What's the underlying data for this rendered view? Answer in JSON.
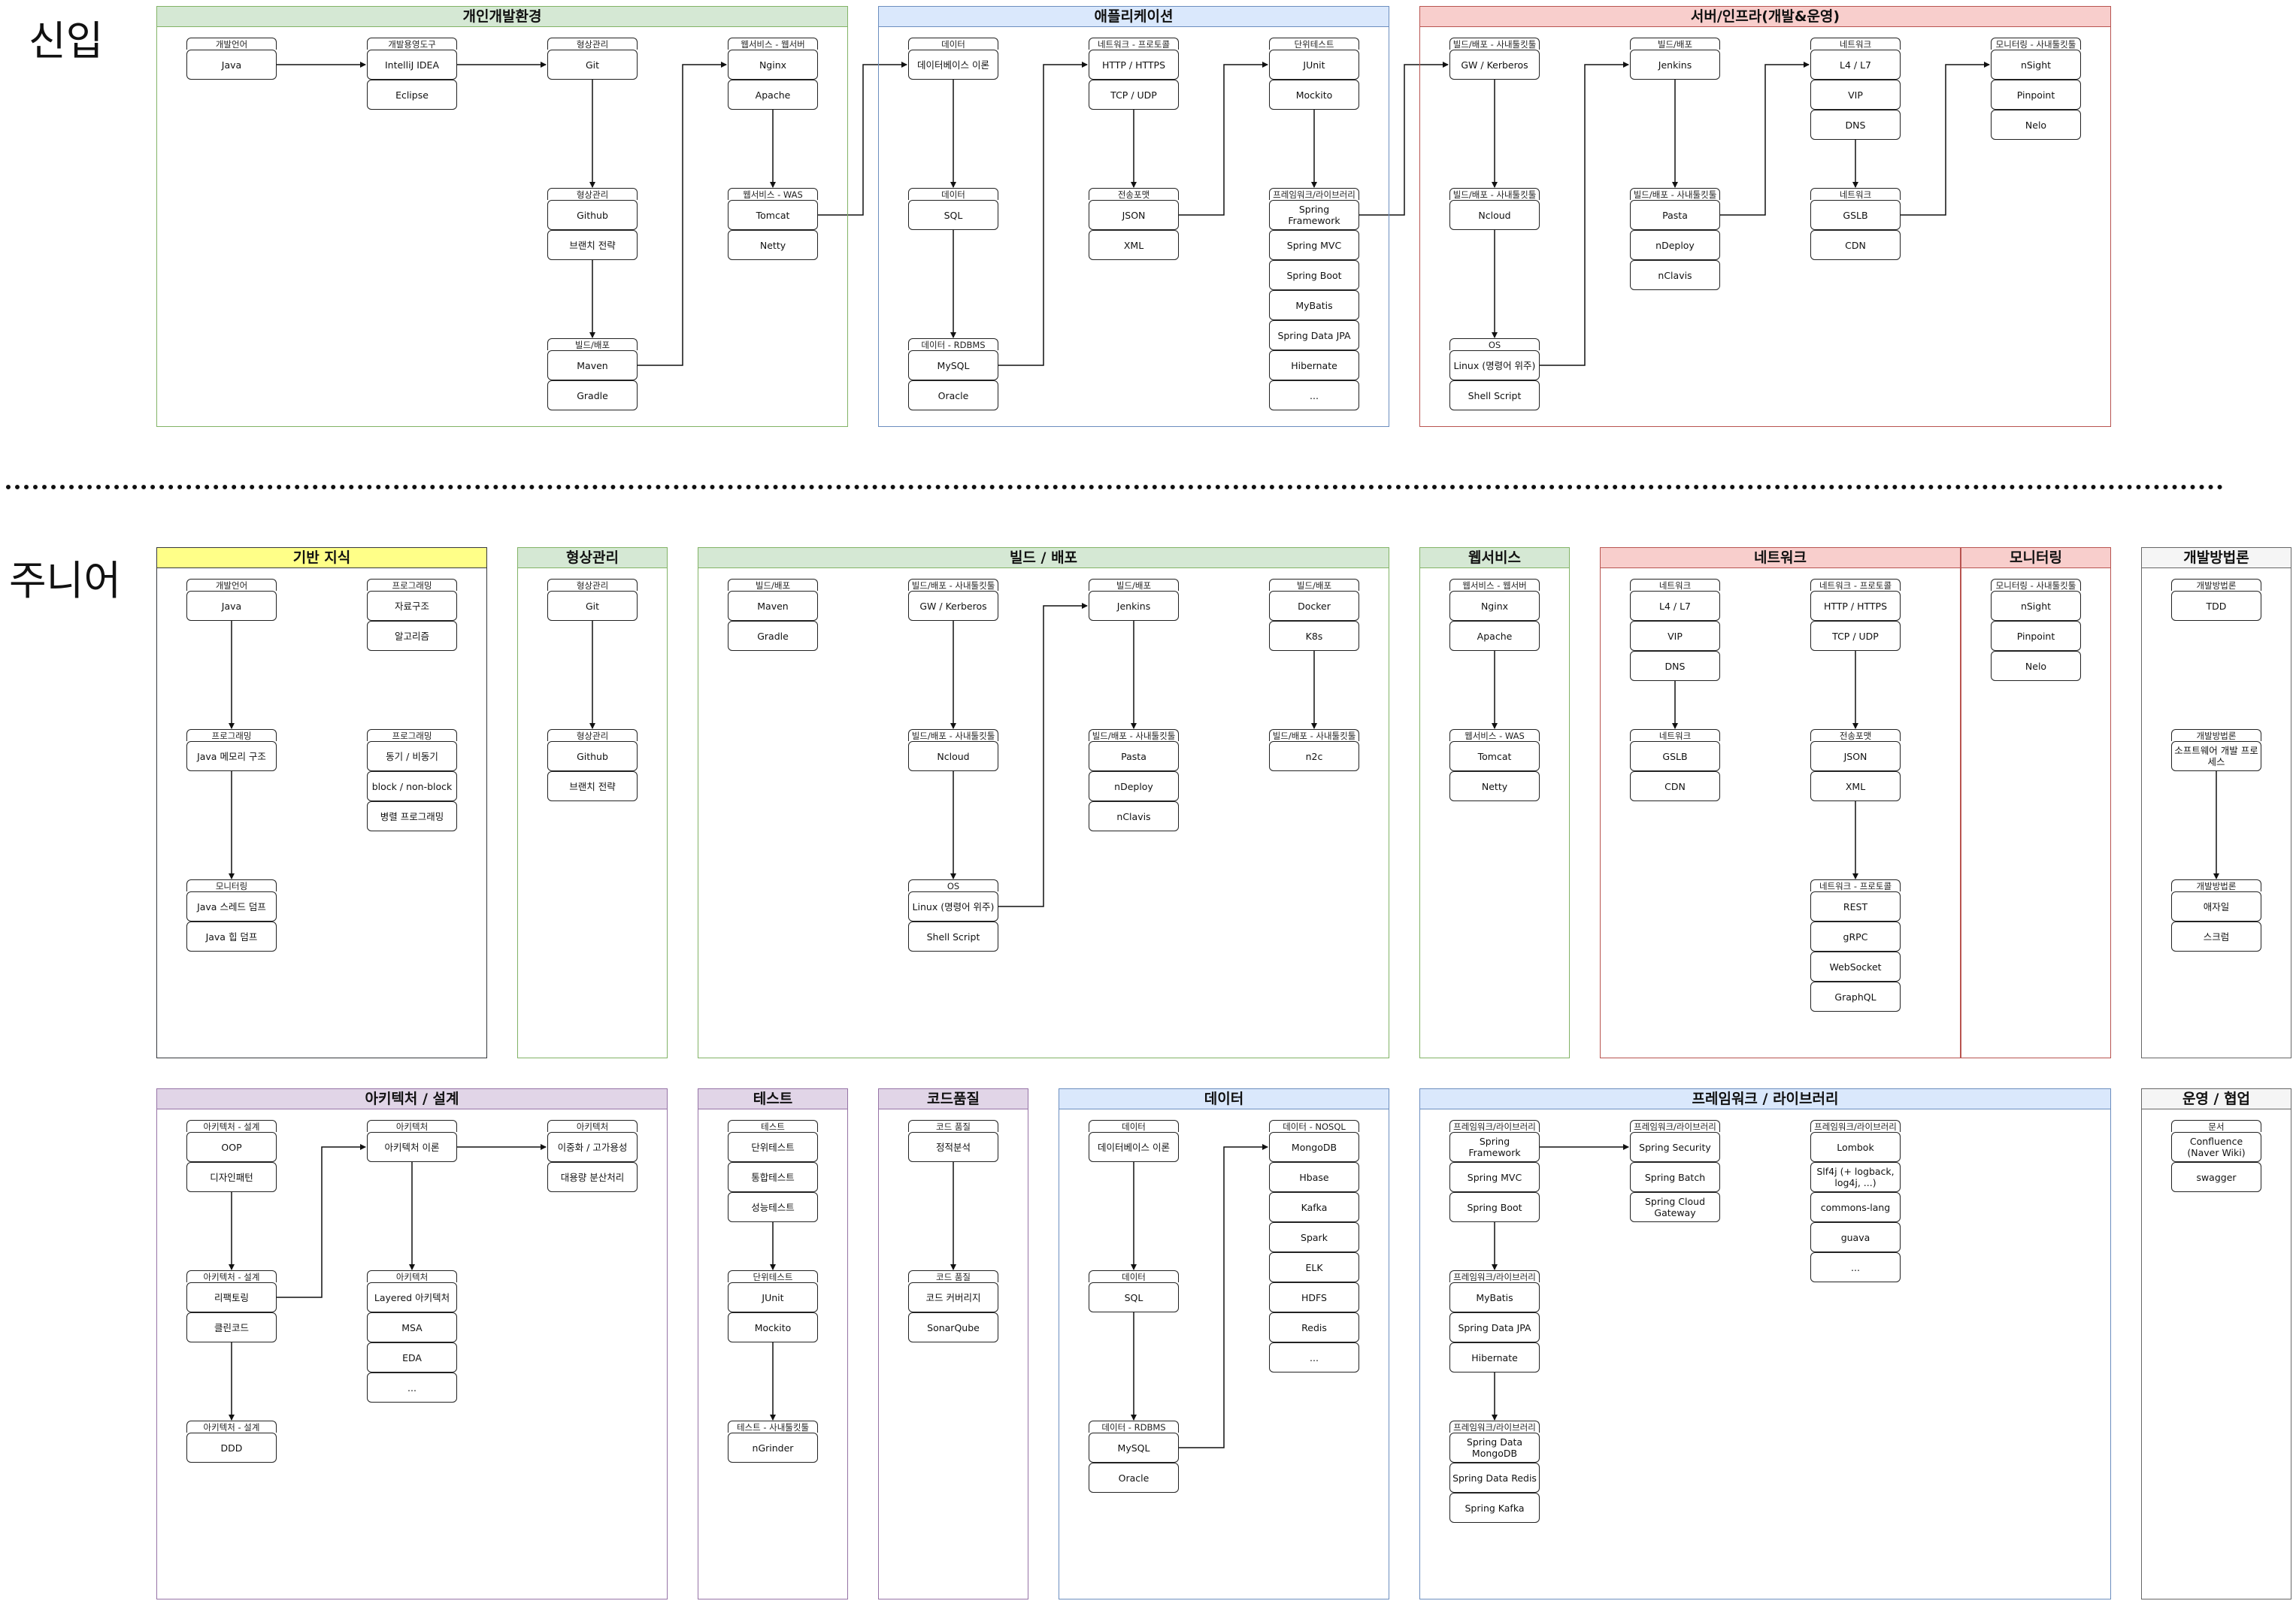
{
  "levels": [
    {
      "label": "신입",
      "sections": [
        {
          "title": "개인개발환경",
          "color": "green",
          "columns": [
            {
              "id": "n-lang",
              "head": "개발언어",
              "items": [
                "Java"
              ]
            },
            {
              "id": "n-tool",
              "head": "개발용영도구",
              "items": [
                "IntelliJ IDEA",
                "Eclipse"
              ]
            },
            {
              "id": "n-vcs",
              "head": "형상관리",
              "items": [
                "Git"
              ]
            },
            {
              "id": "n-github",
              "head": "형상관리",
              "items": [
                "Github",
                "브랜치 전략"
              ]
            },
            {
              "id": "n-build",
              "head": "빌드/배포",
              "items": [
                "Maven",
                "Gradle"
              ]
            },
            {
              "id": "n-web",
              "head": "웹서비스 - 웹서버",
              "items": [
                "Nginx",
                "Apache"
              ]
            },
            {
              "id": "n-was",
              "head": "웹서비스 - WAS",
              "items": [
                "Tomcat",
                "Netty"
              ]
            }
          ]
        },
        {
          "title": "애플리케이션",
          "color": "blue",
          "columns": [
            {
              "id": "n-data",
              "head": "데이터",
              "items": [
                "데이터베이스 이론"
              ]
            },
            {
              "id": "n-sql",
              "head": "데이터",
              "items": [
                "SQL"
              ]
            },
            {
              "id": "n-rdb",
              "head": "데이터 - RDBMS",
              "items": [
                "MySQL",
                "Oracle"
              ]
            },
            {
              "id": "n-net",
              "head": "네트워크 - 프로토콜",
              "items": [
                "HTTP / HTTPS",
                "TCP / UDP"
              ]
            },
            {
              "id": "n-fmt",
              "head": "전송포맷",
              "items": [
                "JSON",
                "XML"
              ]
            },
            {
              "id": "n-unit",
              "head": "단위테스트",
              "items": [
                "JUnit",
                "Mockito"
              ]
            },
            {
              "id": "n-fw",
              "head": "프레임워크/라이브러리",
              "items": [
                "Spring Framework",
                "Spring MVC",
                "Spring Boot",
                "MyBatis",
                "Spring Data JPA",
                "Hibernate",
                "..."
              ]
            }
          ]
        },
        {
          "title": "서버/인프라(개발&운영)",
          "color": "red",
          "columns": [
            {
              "id": "n-gw",
              "head": "빌드/배포 - 사내툴킷툴",
              "items": [
                "GW / Kerberos"
              ]
            },
            {
              "id": "n-ncloud",
              "head": "빌드/배포 - 사내툴킷툴",
              "items": [
                "Ncloud"
              ]
            },
            {
              "id": "n-os",
              "head": "OS",
              "items": [
                "Linux (명령어 위주)",
                "Shell Script"
              ]
            },
            {
              "id": "n-jenkins",
              "head": "빌드/배포",
              "items": [
                "Jenkins"
              ]
            },
            {
              "id": "n-pasta",
              "head": "빌드/배포 - 사내툴킷툴",
              "items": [
                "Pasta",
                "nDeploy",
                "nClavis"
              ]
            },
            {
              "id": "n-l4",
              "head": "네트워크",
              "items": [
                "L4 / L7",
                "VIP",
                "DNS"
              ]
            },
            {
              "id": "n-gslb",
              "head": "네트워크",
              "items": [
                "GSLB",
                "CDN"
              ]
            },
            {
              "id": "n-mon",
              "head": "모니터링 - 사내툴킷툴",
              "items": [
                "nSight",
                "Pinpoint",
                "Nelo"
              ]
            }
          ]
        }
      ]
    },
    {
      "label": "주니어",
      "sections": [
        {
          "title": "기반 지식",
          "color": "yellow",
          "columns": [
            {
              "id": "j-lang",
              "head": "개발언어",
              "items": [
                "Java"
              ]
            },
            {
              "id": "j-mem",
              "head": "프로그래밍",
              "items": [
                "Java 메모리 구조"
              ]
            },
            {
              "id": "j-mon",
              "head": "모니터링",
              "items": [
                "Java 스레드 덤프",
                "Java 힙 덤프"
              ]
            },
            {
              "id": "j-prog1",
              "head": "프로그래밍",
              "items": [
                "자료구조",
                "알고리즘"
              ]
            },
            {
              "id": "j-prog2",
              "head": "프로그래밍",
              "items": [
                "동기 / 비동기",
                "block / non-block",
                "병렬 프로그래밍"
              ]
            }
          ]
        },
        {
          "title": "형상관리",
          "color": "green",
          "columns": [
            {
              "id": "j-git",
              "head": "형상관리",
              "items": [
                "Git"
              ]
            },
            {
              "id": "j-github",
              "head": "형상관리",
              "items": [
                "Github",
                "브랜치 전략"
              ]
            }
          ]
        },
        {
          "title": "빌드 / 배포",
          "color": "green",
          "columns": [
            {
              "id": "j-maven",
              "head": "빌드/배포",
              "items": [
                "Maven",
                "Gradle"
              ]
            },
            {
              "id": "j-gw",
              "head": "빌드/배포 - 사내툴킷툴",
              "items": [
                "GW / Kerberos"
              ]
            },
            {
              "id": "j-ncloud",
              "head": "빌드/배포 - 사내툴킷툴",
              "items": [
                "Ncloud"
              ]
            },
            {
              "id": "j-os",
              "head": "OS",
              "items": [
                "Linux (명령어 위주)",
                "Shell Script"
              ]
            },
            {
              "id": "j-jenkins",
              "head": "빌드/배포",
              "items": [
                "Jenkins"
              ]
            },
            {
              "id": "j-pasta",
              "head": "빌드/배포 - 사내툴킷툴",
              "items": [
                "Pasta",
                "nDeploy",
                "nClavis"
              ]
            },
            {
              "id": "j-docker",
              "head": "빌드/배포",
              "items": [
                "Docker",
                "K8s"
              ]
            },
            {
              "id": "j-n2c",
              "head": "빌드/배포 - 사내툴킷툴",
              "items": [
                "n2c"
              ]
            }
          ]
        },
        {
          "title": "웹서비스",
          "color": "green",
          "columns": [
            {
              "id": "j-web",
              "head": "웹서비스 - 웹서버",
              "items": [
                "Nginx",
                "Apache"
              ]
            },
            {
              "id": "j-was",
              "head": "웹서비스 - WAS",
              "items": [
                "Tomcat",
                "Netty"
              ]
            }
          ]
        },
        {
          "title": "네트워크",
          "color": "red",
          "columns": [
            {
              "id": "j-l4",
              "head": "네트워크",
              "items": [
                "L4 / L7",
                "VIP",
                "DNS"
              ]
            },
            {
              "id": "j-gslb",
              "head": "네트워크",
              "items": [
                "GSLB",
                "CDN"
              ]
            },
            {
              "id": "j-http",
              "head": "네트워크 - 프로토콜",
              "items": [
                "HTTP / HTTPS",
                "TCP / UDP"
              ]
            },
            {
              "id": "j-fmt",
              "head": "전송포맷",
              "items": [
                "JSON",
                "XML"
              ]
            },
            {
              "id": "j-proto",
              "head": "네트워크 - 프로토콜",
              "items": [
                "REST",
                "gRPC",
                "WebSocket",
                "GraphQL"
              ]
            }
          ]
        },
        {
          "title": "모니터링",
          "color": "red",
          "columns": [
            {
              "id": "j-mon2",
              "head": "모니터링 - 사내툴킷툴",
              "items": [
                "nSight",
                "Pinpoint",
                "Nelo"
              ]
            }
          ]
        },
        {
          "title": "개발방법론",
          "color": "gray",
          "columns": [
            {
              "id": "j-tdd",
              "head": "개발방법론",
              "items": [
                "TDD"
              ]
            },
            {
              "id": "j-sdp",
              "head": "개발방법론",
              "items": [
                "소프트웨어 개발 프로세스"
              ]
            },
            {
              "id": "j-agile",
              "head": "개발방법론",
              "items": [
                "애자일",
                "스크럼"
              ]
            }
          ]
        },
        {
          "title": "아키텍처 / 설계",
          "color": "purple",
          "columns": [
            {
              "id": "j-oop",
              "head": "아키텍처 - 설계",
              "items": [
                "OOP",
                "디자인패턴"
              ]
            },
            {
              "id": "j-ref",
              "head": "아키텍처 - 설계",
              "items": [
                "리팩토링",
                "클린코드"
              ]
            },
            {
              "id": "j-ddd",
              "head": "아키텍처 - 설계",
              "items": [
                "DDD"
              ]
            },
            {
              "id": "j-arch",
              "head": "아키텍처",
              "items": [
                "아키텍처 이론"
              ]
            },
            {
              "id": "j-layer",
              "head": "아키텍처",
              "items": [
                "Layered 아키텍처",
                "MSA",
                "EDA",
                "..."
              ]
            },
            {
              "id": "j-dist",
              "head": "아키텍처",
              "items": [
                "이중화 / 고가용성",
                "대용량 분산처리"
              ]
            }
          ]
        },
        {
          "title": "테스트",
          "color": "purple",
          "columns": [
            {
              "id": "j-test",
              "head": "테스트",
              "items": [
                "단위테스트",
                "통합테스트",
                "성능테스트"
              ]
            },
            {
              "id": "j-unit",
              "head": "단위테스트",
              "items": [
                "JUnit",
                "Mockito"
              ]
            },
            {
              "id": "j-ngr",
              "head": "테스트 - 사내툴킷툴",
              "items": [
                "nGrinder"
              ]
            }
          ]
        },
        {
          "title": "코드품질",
          "color": "purple",
          "columns": [
            {
              "id": "j-cq1",
              "head": "코드 품질",
              "items": [
                "정적분석"
              ]
            },
            {
              "id": "j-cq2",
              "head": "코드 품질",
              "items": [
                "코드 커버리지",
                "SonarQube"
              ]
            }
          ]
        },
        {
          "title": "데이터",
          "color": "blue",
          "columns": [
            {
              "id": "j-db",
              "head": "데이터",
              "items": [
                "데이터베이스 이론"
              ]
            },
            {
              "id": "j-sql",
              "head": "데이터",
              "items": [
                "SQL"
              ]
            },
            {
              "id": "j-rdb",
              "head": "데이터 - RDBMS",
              "items": [
                "MySQL",
                "Oracle"
              ]
            },
            {
              "id": "j-nosql",
              "head": "데이터 - NOSQL",
              "items": [
                "MongoDB",
                "Hbase",
                "Kafka",
                "Spark",
                "ELK",
                "HDFS",
                "Redis",
                "..."
              ]
            }
          ]
        },
        {
          "title": "프레임워크 / 라이브러리",
          "color": "blue",
          "columns": [
            {
              "id": "j-sf",
              "head": "프레임워크/라이브러리",
              "items": [
                "Spring Framework",
                "Spring MVC",
                "Spring Boot"
              ]
            },
            {
              "id": "j-orm",
              "head": "프레임워크/라이브러리",
              "items": [
                "MyBatis",
                "Spring Data JPA",
                "Hibernate"
              ]
            },
            {
              "id": "j-sdata",
              "head": "프레임워크/라이브러리",
              "items": [
                "Spring Data MongoDB",
                "Spring Data Redis",
                "Spring Kafka"
              ]
            },
            {
              "id": "j-sec",
              "head": "프레임워크/라이브러리",
              "items": [
                "Spring Security",
                "Spring Batch",
                "Spring Cloud Gateway"
              ]
            },
            {
              "id": "j-lib",
              "head": "프레임워크/라이브러리",
              "items": [
                "Lombok",
                "Slf4j (+ logback, log4j, ...)",
                "commons-lang",
                "guava",
                "..."
              ]
            }
          ]
        },
        {
          "title": "운영 / 협업",
          "color": "gray",
          "columns": [
            {
              "id": "j-doc",
              "head": "문서",
              "items": [
                "Confluence (Naver Wiki)",
                "swagger"
              ]
            }
          ]
        }
      ]
    }
  ],
  "palette": {
    "green": {
      "fill": "#d5e8d4",
      "stroke": "#82b366"
    },
    "blue": {
      "fill": "#dae8fc",
      "stroke": "#6c8ebf"
    },
    "red": {
      "fill": "#f8cecc",
      "stroke": "#b85450"
    },
    "yellow": {
      "fill": "#ffff88",
      "stroke": "#36393d"
    },
    "purple": {
      "fill": "#e1d5e7",
      "stroke": "#9673a6"
    },
    "gray": {
      "fill": "#f5f5f5",
      "stroke": "#666666"
    }
  }
}
